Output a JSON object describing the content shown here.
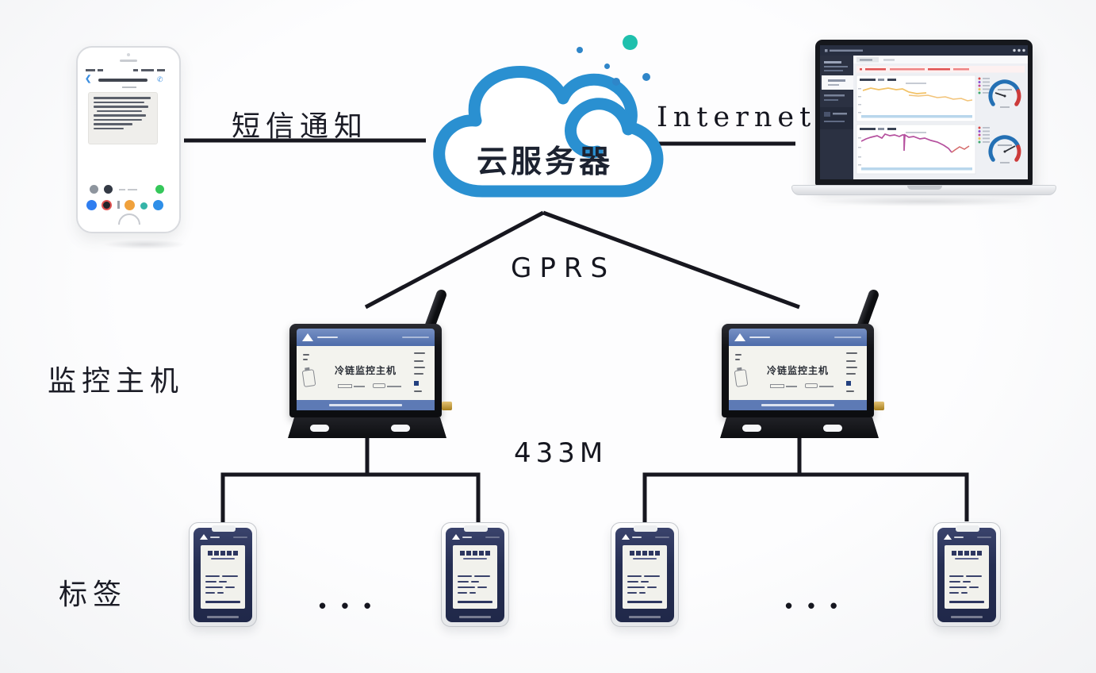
{
  "labels": {
    "sms_link": "短信通知",
    "internet_link": "Internet",
    "gprs_link": "GPRS",
    "rf_link": "433M",
    "cloud": "云服务器",
    "hosts_row": "监控主机",
    "tags_row": "标签",
    "ellipsis": "• • •"
  },
  "host_device": {
    "panel_title": "冷链监控主机"
  },
  "colors": {
    "cloud_stroke": "#2a90d1",
    "accent_teal": "#1fc0ad",
    "accent_blue": "#2f86c9",
    "connector_line": "#17171f",
    "device_body": "#121317",
    "device_band_blue": "#5d7ab5",
    "tag_face_navy": "#252e53",
    "antenna_gold": "#c9a24a",
    "gauge_blue": "#2470b4",
    "gauge_red": "#cc3b3b",
    "chart_line_top": "#f2c266",
    "chart_line_bottom": "#b5509e"
  }
}
